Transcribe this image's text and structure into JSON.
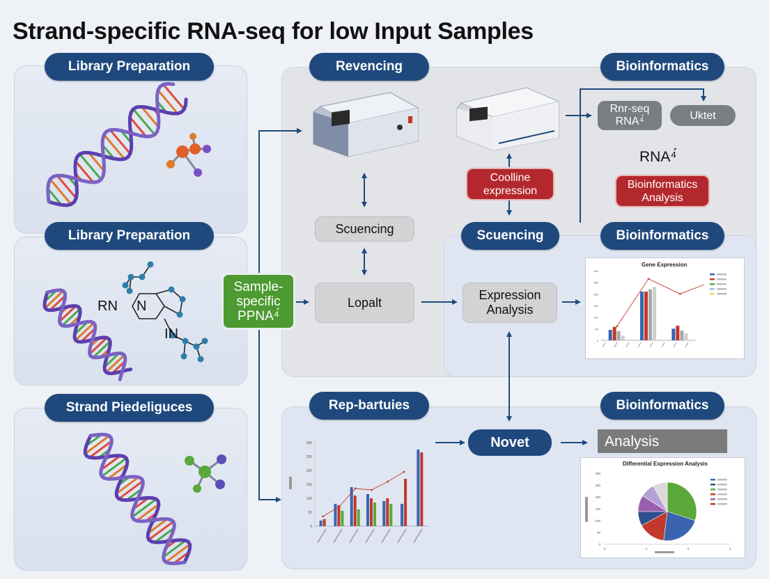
{
  "title": "Strand-specific RNA-seq for low Input Samples",
  "headers": {
    "library_prep_1": "Library Preparation",
    "library_prep_2": "Library Preparation",
    "strand": "Strand Piedeliguces",
    "revencing": "Revencing",
    "bioinformatics_1": "Bioinformatics",
    "scuencing": "Scuencing",
    "bioinformatics_2": "Bioinformatics",
    "repbartuies": "Rep-bartuies",
    "bioinformatics_3": "Bioinformatics"
  },
  "boxes": {
    "sample_specific": "Sample-\nspecific\nPPNA⁴́",
    "scuencing_gray": "Scuencing",
    "lopalt": "Lopalt",
    "expression_analysis": "Expression\nAnalysis",
    "coolline": "Coolline\nexpression",
    "rnr_seq": "Rnr-seq\nRNA⁴́",
    "uktet": "Uktet",
    "rna_label": "RNA⁴́",
    "bioinf_analysis": "Bioinformatics\nAnalysis",
    "novet": "Novet",
    "analysis": "Analysis"
  },
  "chem_labels": {
    "rn": "RN",
    "n": "N",
    "in": "IN"
  },
  "colors": {
    "navy": "#1f497d",
    "red": "#b3282d",
    "green": "#4c9a31",
    "series_blue": "#3a64b0",
    "series_red": "#c0392b",
    "series_green": "#5aa83a",
    "series_gray": "#a9a9a9"
  },
  "chart_data": [
    {
      "type": "bar",
      "title": "Gene Expression",
      "y_ticks": [
        "300",
        "250",
        "200",
        "150",
        "100",
        "50",
        "0"
      ],
      "ylim": [
        0,
        300
      ],
      "groups": [
        {
          "values": [
            45,
            58,
            40,
            20
          ]
        },
        {
          "values": [
            210,
            210,
            220,
            230
          ]
        },
        {
          "values": [
            50,
            63,
            42,
            30
          ]
        }
      ],
      "line": [
        60,
        265,
        200
      ],
      "series_colors": [
        "#3a64b0",
        "#c0392b",
        "#a9a9a9",
        "#cfcfcf"
      ],
      "legend_colors": [
        "#3a64b0",
        "#c0392b",
        "#5aa83a",
        "#9bbbe0",
        "#f2d36b"
      ]
    },
    {
      "type": "bar",
      "y_ticks": [
        "300",
        "250",
        "200",
        "150",
        "100",
        "50",
        "0"
      ],
      "ylim": [
        0,
        300
      ],
      "groups": [
        {
          "values": [
            20,
            25
          ]
        },
        {
          "values": [
            80,
            75,
            55
          ]
        },
        {
          "values": [
            140,
            110,
            60
          ]
        },
        {
          "values": [
            115,
            100,
            85
          ]
        },
        {
          "values": [
            90,
            100,
            80
          ]
        },
        {
          "values": [
            80,
            170
          ]
        },
        {
          "values": [
            275,
            265
          ]
        }
      ],
      "line": [
        35,
        70,
        135,
        130,
        160,
        195
      ],
      "series_colors": [
        "#3a64b0",
        "#c0392b",
        "#5aa83a"
      ]
    },
    {
      "type": "pie",
      "title": "Differential Expression Analysis",
      "slices": [
        {
          "value": 30,
          "color": "#5aa83a"
        },
        {
          "value": 22,
          "color": "#3a64b0"
        },
        {
          "value": 15,
          "color": "#c0392b"
        },
        {
          "value": 8,
          "color": "#2f4f8f"
        },
        {
          "value": 9,
          "color": "#9a5fb0"
        },
        {
          "value": 8,
          "color": "#b6a0d8"
        },
        {
          "value": 8,
          "color": "#d9d9d9"
        }
      ],
      "y_ticks": [
        "300",
        "250",
        "200",
        "150",
        "100",
        "50",
        "0"
      ],
      "x_ticks": [
        "0",
        "1",
        "2",
        "3"
      ],
      "legend_colors": [
        "#3a64b0",
        "#2f4f8f",
        "#5aa83a",
        "#c0392b",
        "#9a5fb0",
        "#c0392b"
      ]
    }
  ]
}
